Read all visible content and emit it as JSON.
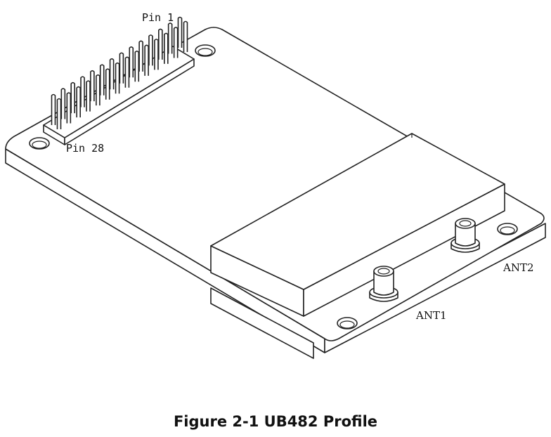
{
  "labels": {
    "pin_1": "Pin 1",
    "pin_28": "Pin 28",
    "ant1": "ANT1",
    "ant2": "ANT2"
  },
  "caption": "Figure 2-1 UB482 Profile",
  "header_pin_count": 14
}
